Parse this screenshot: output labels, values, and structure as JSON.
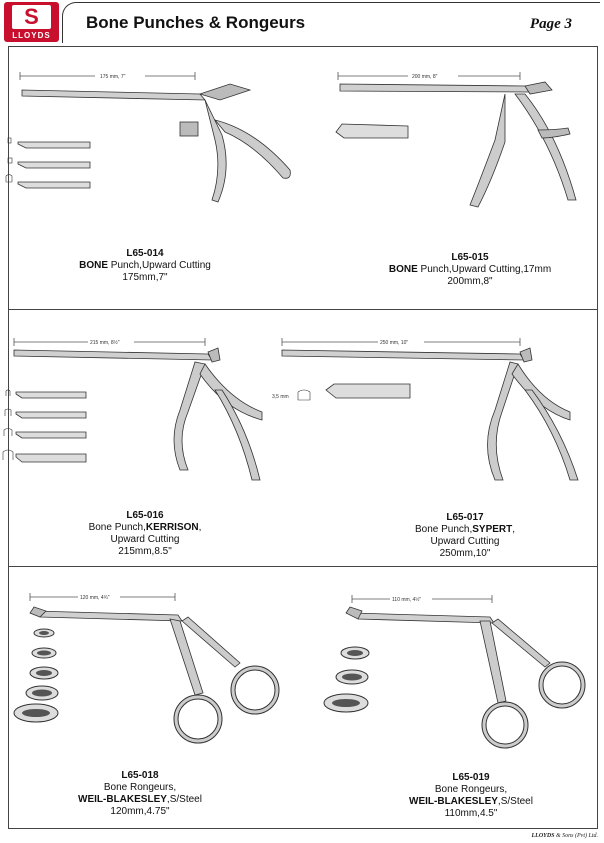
{
  "brand": {
    "logo_letter": "S",
    "logo_word": "LLOYDS"
  },
  "header": {
    "title": "Bone Punches & Rongeurs",
    "page": "Page 3"
  },
  "products": [
    {
      "code": "L65-014",
      "l1b": "BONE",
      "l1": " Punch,Upward Cutting",
      "l2": "175mm,7\"",
      "dim": "175 mm, 7\""
    },
    {
      "code": "L65-015",
      "l1b": "BONE",
      "l1": " Punch,Upward Cutting,17mm",
      "l2": "200mm,8\"",
      "dim": "200 mm, 8\""
    },
    {
      "code": "L65-016",
      "l1": "Bone Punch,",
      "l1b": "KERRISON",
      "l1c": ",",
      "l2": "Upward Cutting",
      "l3": "215mm,8.5\"",
      "dim": "215 mm, 8½\""
    },
    {
      "code": "L65-017",
      "l1": "Bone Punch,",
      "l1b": "SYPERT",
      "l1c": ",",
      "l2": "Upward Cutting",
      "l3": "250mm,10\"",
      "dim": "250 mm, 10\"",
      "tip": "3,5 mm"
    },
    {
      "code": "L65-018",
      "l1": "Bone Rongeurs,",
      "l2b": "WEIL-BLAKESLEY",
      "l2": ",S/Steel",
      "l3": "120mm,4.75\"",
      "dim": "120 mm, 4¾\""
    },
    {
      "code": "L65-019",
      "l1": "Bone Rongeurs,",
      "l2b": "WEIL-BLAKESLEY",
      "l2": ",S/Steel",
      "l3": "110mm,4.5\"",
      "dim": "110 mm, 4½\""
    }
  ],
  "footer": {
    "brand": "LLOYDS",
    "rest": " & Sons (Pvt) Ltd."
  }
}
